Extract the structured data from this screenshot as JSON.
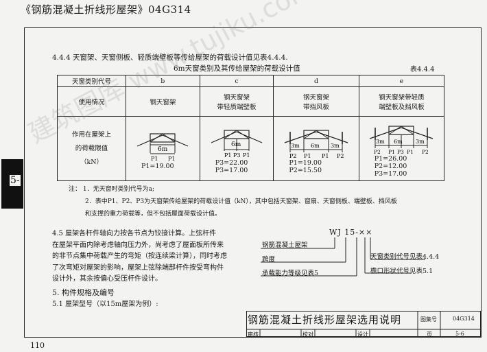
{
  "book_title": "《钢筋混凝土折线形屋架》04G314",
  "side_tab": "5-",
  "page_number": "110",
  "intro_text": "4.4.4  天窗架、天窗侧板、轻质端壁板等传给屋架的荷载设计值见表4.4.4.",
  "table": {
    "title": "6m天窗类别及其传给屋架的荷载设计值",
    "number": "表4.4.4",
    "header_label": "天窗类别代号",
    "columns": [
      "b",
      "c",
      "d",
      "e"
    ],
    "usage_label": "使用情况",
    "usage": [
      "钢天窗架",
      "钢天窗架\n带轻质端壁板",
      "钢天窗架\n带挡风板",
      "钢天窗架带轻质\n端壁板及挡风板"
    ],
    "load_label_lines": [
      "作用在屋架上",
      "的荷载限值",
      "（kN）"
    ],
    "diagrams": [
      {
        "dims": [
          "6m"
        ],
        "forces": [
          "P1",
          "P1"
        ]
      },
      {
        "dims": [
          "6m"
        ],
        "forces": [
          "P1",
          "P3",
          "P1"
        ]
      },
      {
        "dims": [
          "3m",
          "6m",
          "3m"
        ],
        "forces": [
          "P2",
          "P1",
          "P1",
          "P2"
        ]
      },
      {
        "dims": [
          "3m",
          "6m",
          "3m"
        ],
        "forces": [
          "P2",
          "P1",
          "P3",
          "P1",
          "P2"
        ]
      }
    ],
    "values": [
      [
        "P1=19.00"
      ],
      [
        "P3=22.00",
        "P3=17.00"
      ],
      [
        "P1=19.00",
        "P2=15.50"
      ],
      [
        "P1=26.00",
        "P2=12.00",
        "P3=17.00"
      ]
    ]
  },
  "notes": [
    "注：  1．无天窗时类别代号为a;",
    "2．表中P1、P2、P3为天窗架传给屋架的荷载设计值（kN），其中包括天窗架、窗扇、天窗侧板、端壁板、挡风板",
    "和支撑的重力荷载等，但不包括屋面荷载设计值。"
  ],
  "section_45": [
    "4.5  屋架各杆件轴向力按各节点为铰接计算。上弦杆件",
    "在屋架平面内除考虑轴向压力外，尚考虑了屋面板所传来",
    "的非节点集中荷载产生的弯矩（按连续梁计算），同时考虑",
    "了次弯矩对屋架的影响，屋架上弦除端部杆件按受弯构件",
    "设计外，其余按偏心受压杆件设计。"
  ],
  "section_5": "5.  构件规格及编号",
  "section_51": "5.1  屋架型号（以15m屋架为例）:",
  "code_diagram": {
    "code": "WJ 15-××",
    "left_labels": [
      "钢筋混凝土屋架",
      "跨度",
      "承载能力等级见表5"
    ],
    "right_labels": [
      "天窗类别代号见表4.4.4",
      "檐口形状代号见表5.1"
    ]
  },
  "title_block": {
    "title": "钢筋混凝土折线形屋架选用说明",
    "atlas_label": "图集号",
    "atlas_no": "04G314",
    "row_labels": [
      "审核",
      "校对",
      "设计",
      "页"
    ],
    "page": "5-6"
  },
  "watermark": "建筑图库 www.tujiku.com"
}
